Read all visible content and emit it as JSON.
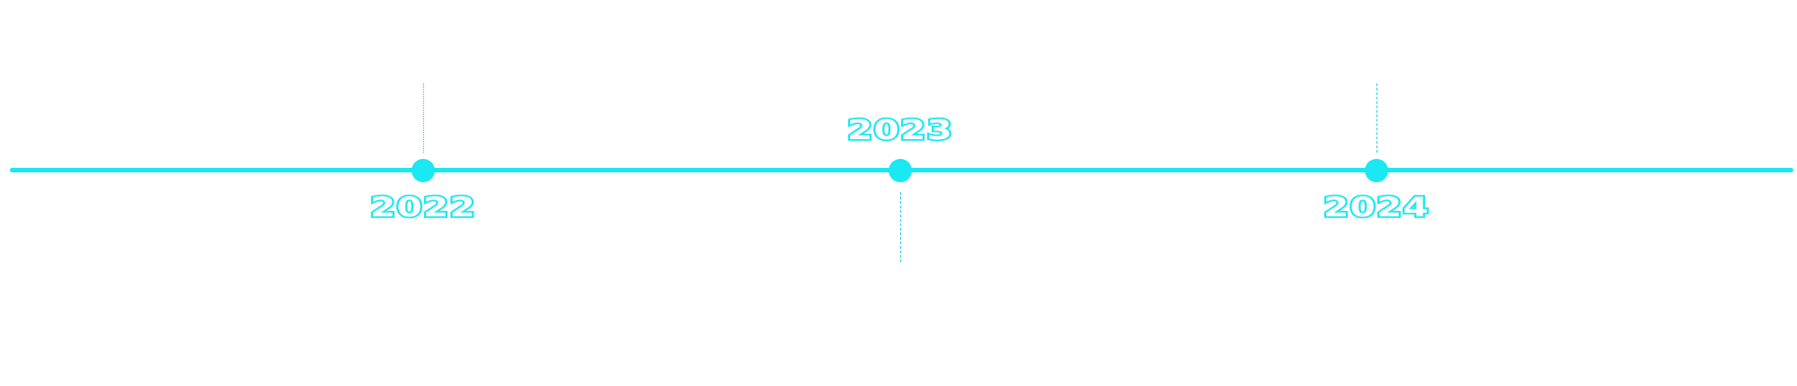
{
  "timeline": {
    "accent_color": "#1ae8f2",
    "connector_color": "#1ec9e8",
    "milestones": [
      {
        "year": "2022",
        "label_position": "below",
        "connector": "up"
      },
      {
        "year": "2023",
        "label_position": "above",
        "connector": "down"
      },
      {
        "year": "2024",
        "label_position": "below",
        "connector": "up"
      }
    ]
  }
}
